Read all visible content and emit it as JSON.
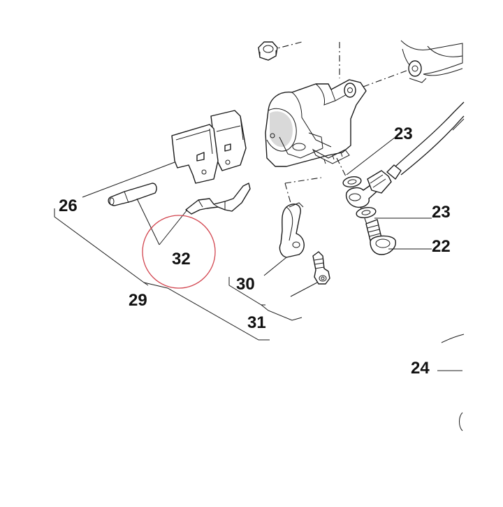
{
  "labels": {
    "l22": "22",
    "l23a": "23",
    "l23b": "23",
    "l24": "24",
    "l26": "26",
    "l29": "29",
    "l30": "30",
    "l31": "31",
    "l32": "32"
  },
  "colors": {
    "highlight_circle": "#d2454f",
    "ink": "#1a1a1a",
    "background": "#ffffff"
  }
}
